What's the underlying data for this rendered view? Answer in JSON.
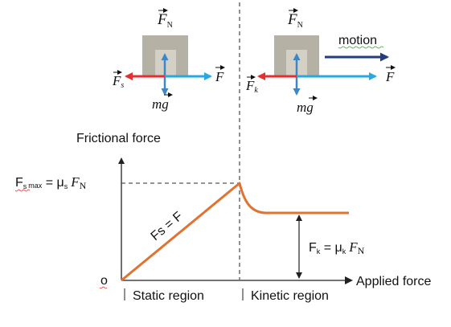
{
  "colors": {
    "block_dark": "#b5b1a5",
    "block_light": "#d4d0c6",
    "friction_arrow": "#e62e2e",
    "applied_arrow": "#27a8e0",
    "normal_arrow": "#3f86c6",
    "motion_arrow": "#233d80",
    "curve": "#e07330",
    "axis": "#222222",
    "dashed": "#555555"
  },
  "left_block": {
    "normal_symbol": "F",
    "normal_sub": "N",
    "friction_symbol": "F",
    "friction_sub": "s",
    "applied_symbol": "F",
    "weight_symbol": "mg"
  },
  "right_block": {
    "normal_symbol": "F",
    "normal_sub": "N",
    "friction_symbol": "F",
    "friction_sub": "k",
    "applied_symbol": "F",
    "weight_symbol": "mg",
    "motion_label": "motion"
  },
  "graph": {
    "ylabel": "Frictional force",
    "xlabel": "Applied force",
    "origin_label": "o",
    "static_max_label": {
      "lhs": "F",
      "lhs_sub": "s",
      "lhs_sub2": "max",
      "eq": " = μ",
      "mu_sub": "s",
      "rhs": "F",
      "rhs_sub": "N"
    },
    "kinetic_label": {
      "lhs": "F",
      "lhs_sub": "k",
      "eq": " = μ",
      "mu_sub": "k",
      "rhs": "F",
      "rhs_sub": "N"
    },
    "slope_label": "Fs = F",
    "static_region_label": "Static region",
    "kinetic_region_label": "Kinetic region"
  }
}
